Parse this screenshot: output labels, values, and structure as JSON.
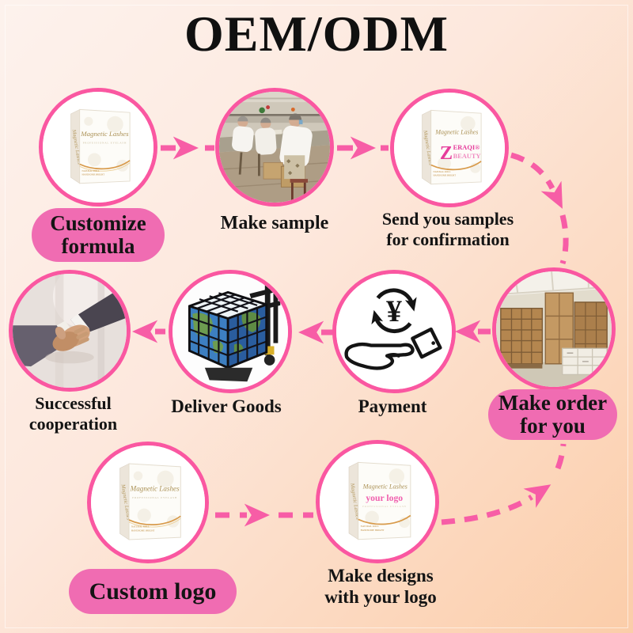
{
  "title": "OEM/ODM",
  "colors": {
    "arrow_pink": "#f75da6",
    "circle_border_pink": "#fa57a1",
    "pill_pink": "#f06cb2",
    "background_top": "#fdf2ed",
    "background_bottom": "#fbcda9",
    "text": "#141414",
    "logo_pink": "#e63d9b"
  },
  "steps": {
    "customize_formula": {
      "line1": "Customize",
      "line2": "formula"
    },
    "make_sample": {
      "line1": "Make sample"
    },
    "send_samples": {
      "line1": "Send you samples",
      "line2": "for confirmation"
    },
    "make_order": {
      "line1": "Make order",
      "line2": "for you"
    },
    "payment": {
      "line1": "Payment"
    },
    "deliver_goods": {
      "line1": "Deliver Goods"
    },
    "successful_cooperation": {
      "line1": "Successful",
      "line2": "cooperation"
    },
    "custom_logo": {
      "line1": "Custom logo"
    },
    "make_designs": {
      "line1": "Make designs",
      "line2": "with your logo"
    }
  },
  "box_art": {
    "brand": "Magnetic Lashes",
    "subtitle": "PROFESSIONAL EYELASH",
    "tag1": "NATURAL ROLL",
    "tag2": "HANDSOME BRIGHT",
    "logo_z": "Z",
    "logo_name": "ERAQI®",
    "logo_sub": "BEAUTY",
    "your_logo": "your logo"
  },
  "payment_icon": {
    "currency": "¥"
  }
}
